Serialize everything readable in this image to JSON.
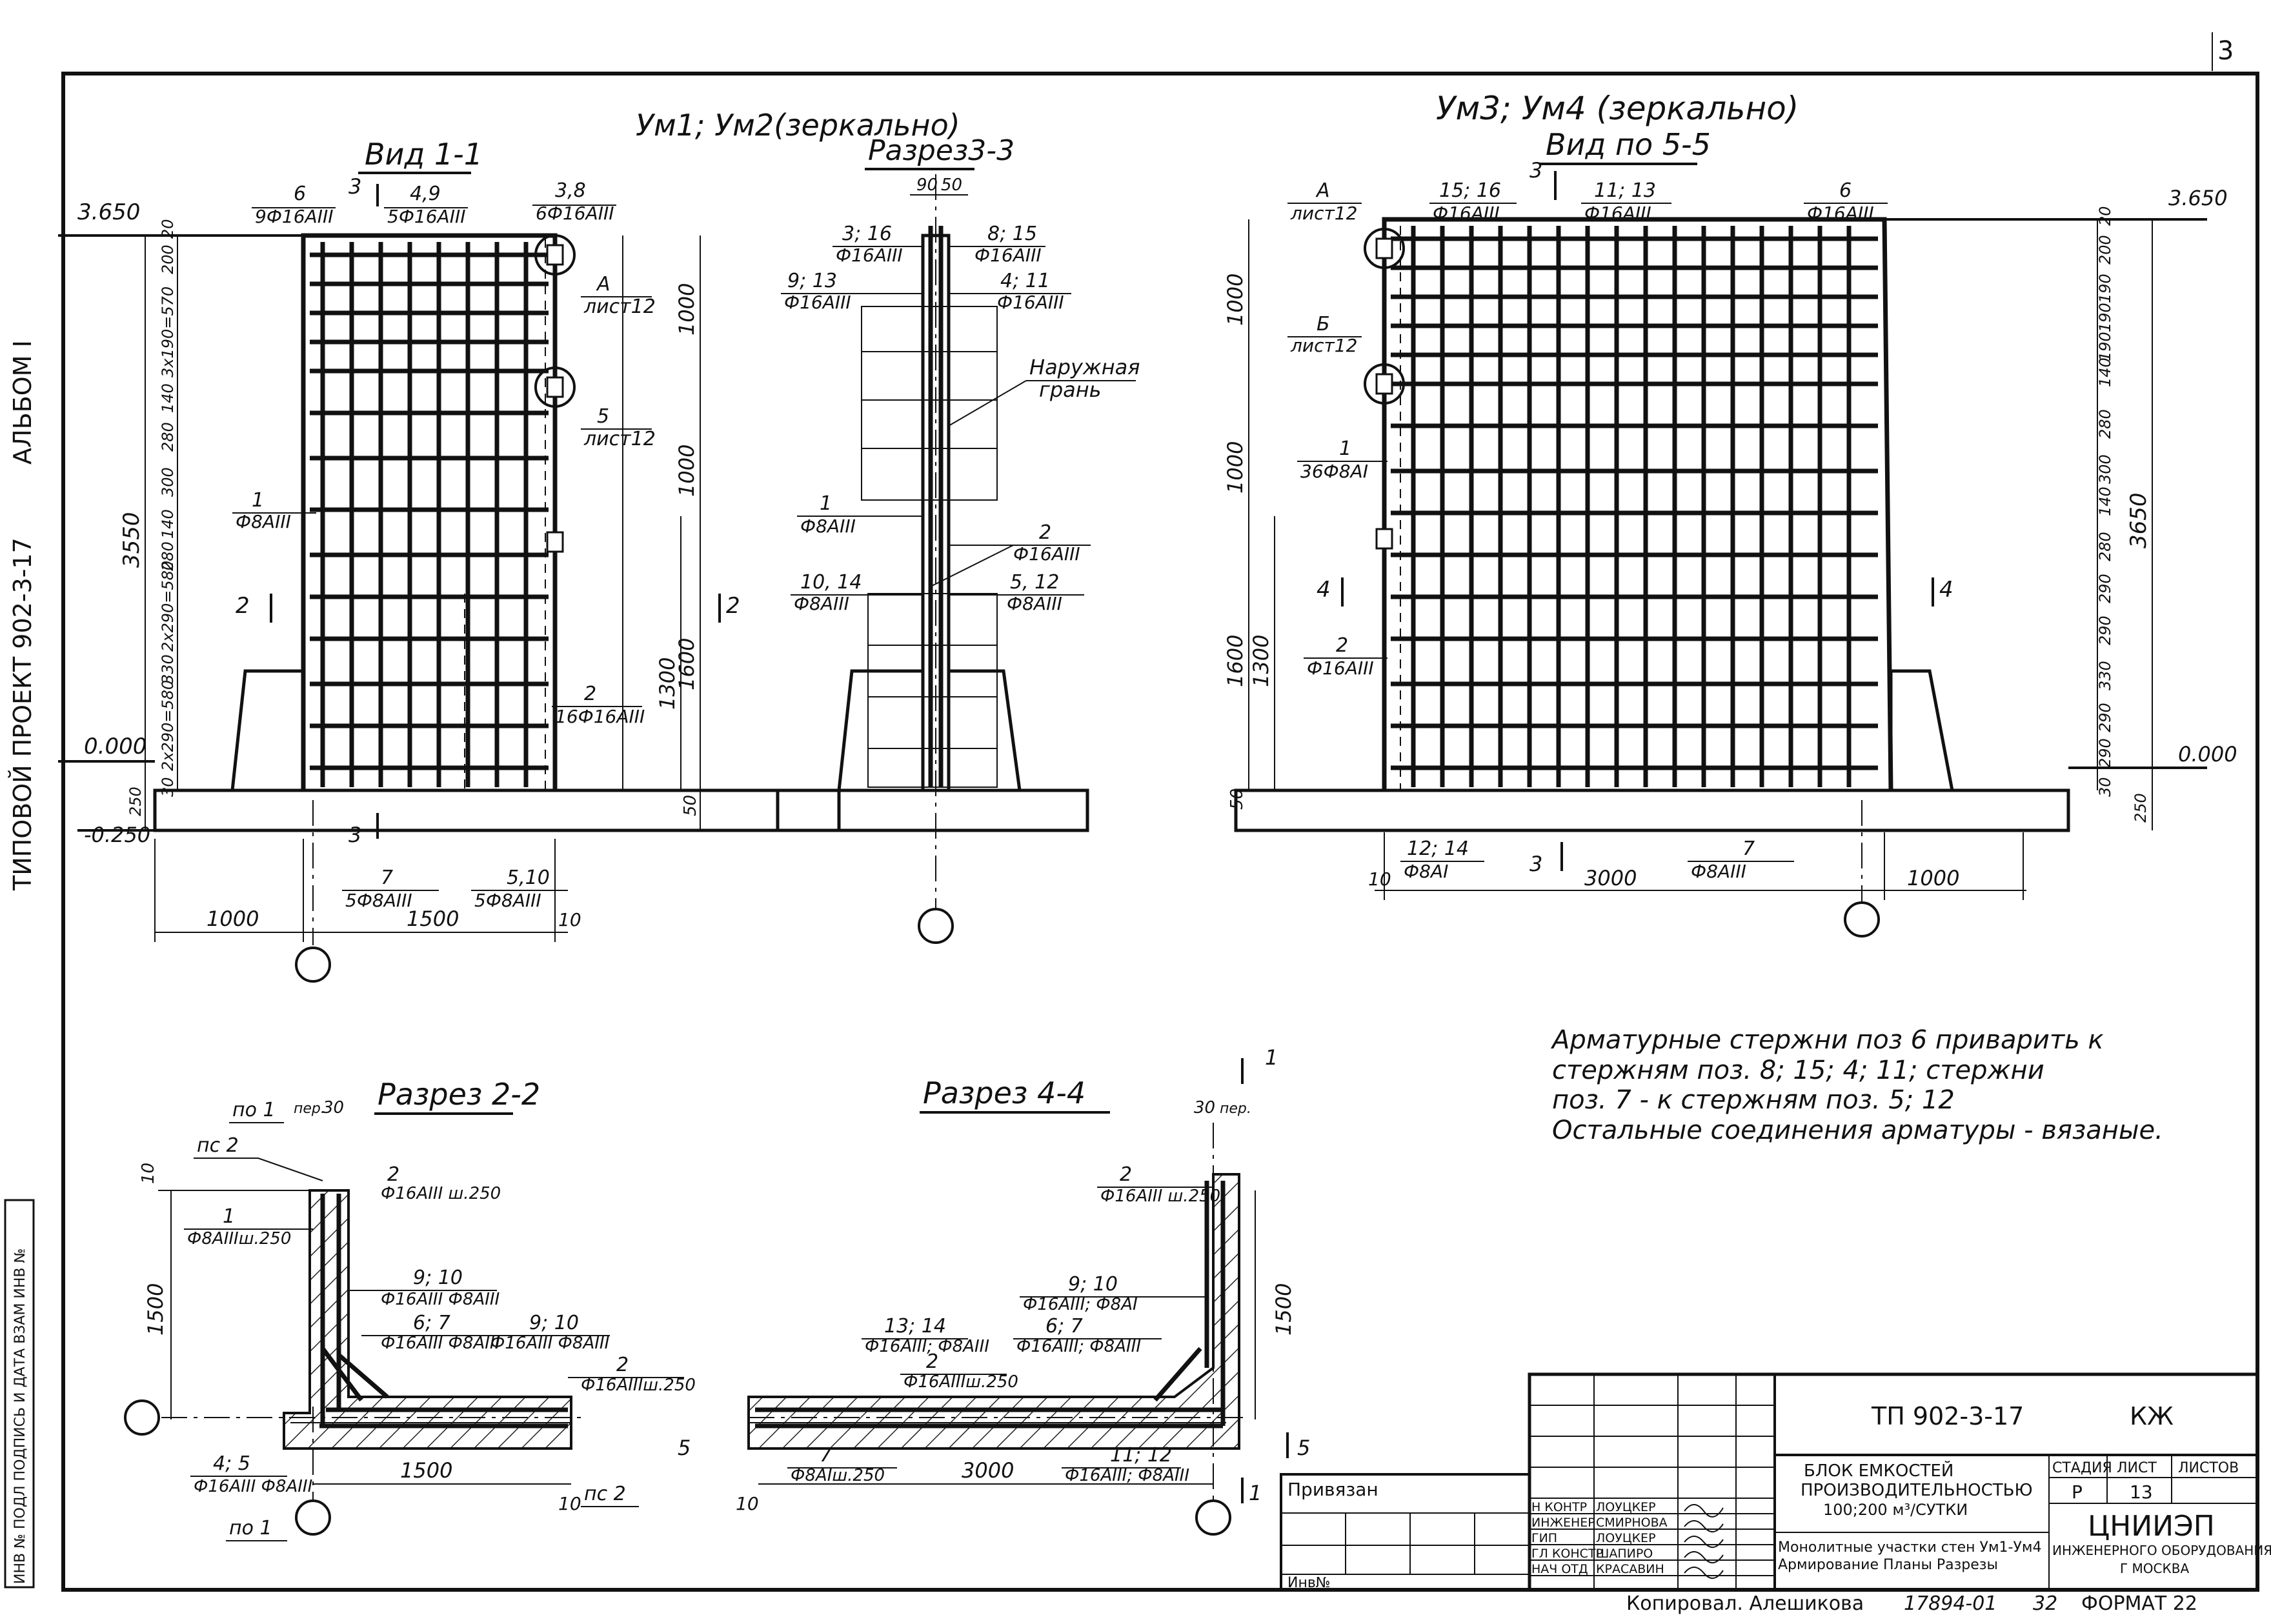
{
  "corner": {
    "page": "3"
  },
  "left_margin": {
    "album": "АЛЬБОМ I",
    "project": "ТИПОВОЙ  ПРОЕКТ  902-3-17",
    "inv_strip": "ИНВ № ПОДЛ  ПОДПИСЬ И ДАТА  ВЗАМ ИНВ №"
  },
  "headers": {
    "um12": "Ум1; Ум2(зеркально)",
    "um34": "Ум3;  Ум4  (зеркально)",
    "view11": "Вид 1-1",
    "sec33": "Разрез3-3",
    "view55": "Вид по 5-5",
    "sec22": "Разрез 2-2",
    "sec44": "Разрез 4-4"
  },
  "view11": {
    "elev_top": "3.650",
    "elev_zero": "0.000",
    "elev_bot": "-0.250",
    "callouts": [
      {
        "num": "6",
        "spec": "9Ф16АIII"
      },
      {
        "num": "4,9",
        "spec": "5Ф16АIII"
      },
      {
        "num": "3,8",
        "spec": "6Ф16АIII"
      },
      {
        "num": "1",
        "spec": "Ф8АIII"
      },
      {
        "num": "2",
        "spec": "16Ф16АIII"
      },
      {
        "num": "7",
        "spec": "5Ф8АIII"
      },
      {
        "num": "5,10",
        "spec": "5Ф8АIII"
      }
    ],
    "node_a": {
      "letter": "А",
      "sheet": "лист12"
    },
    "node_5": {
      "letter": "5",
      "sheet": "лист12"
    },
    "section_marks": [
      "3",
      "3",
      "2",
      "2"
    ],
    "dims_left_total": "3550",
    "dims_left_chain": [
      "20",
      "200",
      "3х190=570",
      "140",
      "280",
      "300",
      "140",
      "280",
      "2х290=580",
      "330",
      "2х290=580",
      "30",
      "250"
    ],
    "dims_right": [
      "1000",
      "1000",
      "1600",
      "1300",
      "50"
    ],
    "dims_bottom": [
      "1000",
      "1500",
      "10"
    ]
  },
  "sec33": {
    "top_dims": [
      "90",
      "50"
    ],
    "labels": [
      {
        "num": "3; 16",
        "spec": "Ф16АIII"
      },
      {
        "num": "8; 15",
        "spec": "Ф16АIII"
      },
      {
        "num": "9; 13",
        "spec": "Ф16АIII"
      },
      {
        "num": "4; 11",
        "spec": "Ф16АIII"
      },
      {
        "num": "1",
        "spec": "Ф8АIII"
      },
      {
        "num": "2",
        "spec": "Ф16АIII"
      },
      {
        "num": "10, 14",
        "spec": "Ф8АIII"
      },
      {
        "num": "5, 12",
        "spec": "Ф8АIII"
      }
    ],
    "outer_face": [
      "Наружная",
      "грань"
    ]
  },
  "view55": {
    "elev_top": "3.650",
    "elev_zero": "0.000",
    "callouts": [
      {
        "num": "15; 16",
        "spec": "Ф16АIII"
      },
      {
        "num": "11; 13",
        "spec": "Ф16АIII"
      },
      {
        "num": "6",
        "spec": "Ф16АIII"
      },
      {
        "num": "1",
        "spec": "36Ф8АI"
      },
      {
        "num": "2",
        "spec": "Ф16АIII"
      },
      {
        "num": "12; 14",
        "spec": "Ф8АI"
      },
      {
        "num": "7",
        "spec": "Ф8АIII"
      }
    ],
    "node_a": {
      "letter": "А",
      "sheet": "лист12"
    },
    "node_b": {
      "letter": "Б",
      "sheet": "лист12"
    },
    "section_marks": [
      "3",
      "3",
      "4",
      "4"
    ],
    "dims_left": [
      "1000",
      "1000",
      "1600",
      "1300",
      "50"
    ],
    "dims_right_total": "3650",
    "dims_right_chain": [
      "20",
      "200",
      "190",
      "190",
      "190",
      "140",
      "280",
      "300",
      "140",
      "280",
      "290",
      "290",
      "330",
      "290",
      "290",
      "30",
      "250"
    ],
    "dims_bottom": [
      "10",
      "3000",
      "1000"
    ]
  },
  "note": {
    "lines": [
      "Арматурные   стержни   поз 6  приварить  к",
      "стержням    поз. 8; 15; 4; 11;  стержни",
      "поз. 7 -  к  стержням    поз. 5; 12",
      "Остальные   соединения   арматуры - вязаные."
    ]
  },
  "sec22": {
    "labels": [
      {
        "num": "по 1",
        "spec": ""
      },
      {
        "num": "пс 2",
        "spec": ""
      },
      {
        "num": "2",
        "spec": "Ф16АIII ш.250"
      },
      {
        "num": "1",
        "spec": "Ф8АIIIш.250"
      },
      {
        "num": "9; 10",
        "spec": "Ф16АIII Ф8АIII"
      },
      {
        "num": "6; 7",
        "spec": "Ф16АIII Ф8АIII"
      },
      {
        "num": "9; 10",
        "spec": "Ф16АIII Ф8АIII"
      },
      {
        "num": "2",
        "spec": "Ф16АIIIш.250"
      },
      {
        "num": "4; 5",
        "spec": "Ф16АIII Ф8АIII"
      },
      {
        "num": "по 1",
        "spec": ""
      },
      {
        "num": "пс 2",
        "spec": ""
      }
    ],
    "dims": [
      "10",
      "1500",
      "1500",
      "10",
      "пер.",
      "30"
    ]
  },
  "sec44": {
    "labels": [
      {
        "num": "2",
        "spec": "Ф16АIII ш.250"
      },
      {
        "num": "9; 10",
        "spec": "Ф16АIII; Ф8АI"
      },
      {
        "num": "13; 14",
        "spec": "Ф16АIII; Ф8АIII"
      },
      {
        "num": "6; 7",
        "spec": "Ф16АIII; Ф8АIII"
      },
      {
        "num": "2",
        "spec": "Ф16АIIIш.250"
      },
      {
        "num": "7",
        "spec": "Ф8АIш.250"
      },
      {
        "num": "11; 12",
        "spec": "Ф16АIII; Ф8АIII"
      }
    ],
    "dims": [
      "30",
      "пер.",
      "1500",
      "3000",
      "10"
    ],
    "marks": [
      "1",
      "1",
      "5",
      "5"
    ]
  },
  "title_block": {
    "binding": "Привязан",
    "inv": "Инв№",
    "code": "ТП  902-3-17",
    "mark": "КЖ",
    "object": [
      "БЛОК  ЕМКОСТЕЙ",
      "ПРОИЗВОДИТЕЛЬНОСТЬЮ",
      "100;200  м³/СУТКИ"
    ],
    "sheet_name": [
      "Монолитные  участки стен Ум1-Ум4",
      "Армирование  Планы  Разрезы"
    ],
    "stage_h": "СТАДИЯ",
    "sheet_h": "ЛИСТ",
    "sheets_h": "ЛИСТОВ",
    "stage": "Р",
    "sheet": "13",
    "org": [
      "ЦНИИЭП",
      "ИНЖЕНЕРНОГО ОБОРУДОВАНИЯ",
      "Г МОСКВА"
    ],
    "roles": [
      {
        "role": "Н КОНТР",
        "name": "ЛОУЦКЕР"
      },
      {
        "role": "ИНЖЕНЕР",
        "name": "СМИРНОВА"
      },
      {
        "role": "ГИП",
        "name": "ЛОУЦКЕР"
      },
      {
        "role": "ГЛ КОНСТР",
        "name": "ШАПИРО"
      },
      {
        "role": "НАЧ ОТД",
        "name": "КРАСАВИН"
      }
    ],
    "copied": "Копировал.  Алешикова",
    "order": "17894-01",
    "order2": "32",
    "format": "ФОРМАТ 22"
  }
}
